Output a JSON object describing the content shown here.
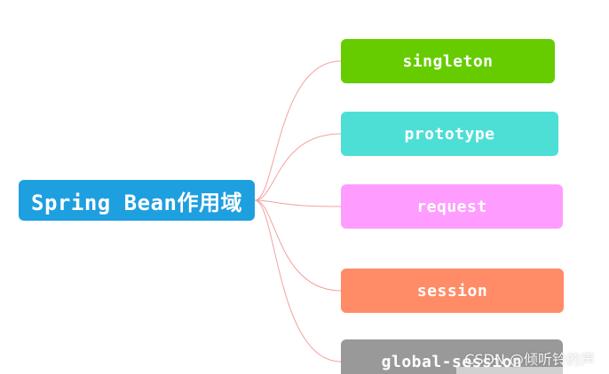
{
  "diagram": {
    "root": {
      "label": "Spring Bean作用域",
      "color": "#1E9FE0"
    },
    "children": [
      {
        "label": "singleton",
        "color": "#66CC00"
      },
      {
        "label": "prototype",
        "color": "#4DDFD6"
      },
      {
        "label": "request",
        "color": "#FF9CFF"
      },
      {
        "label": "session",
        "color": "#FF8C66"
      },
      {
        "label": "global-session",
        "color": "#999999"
      }
    ],
    "connector_color": "#F4A0A0"
  },
  "watermark": {
    "text": "CSDN @倾听铃的声"
  }
}
